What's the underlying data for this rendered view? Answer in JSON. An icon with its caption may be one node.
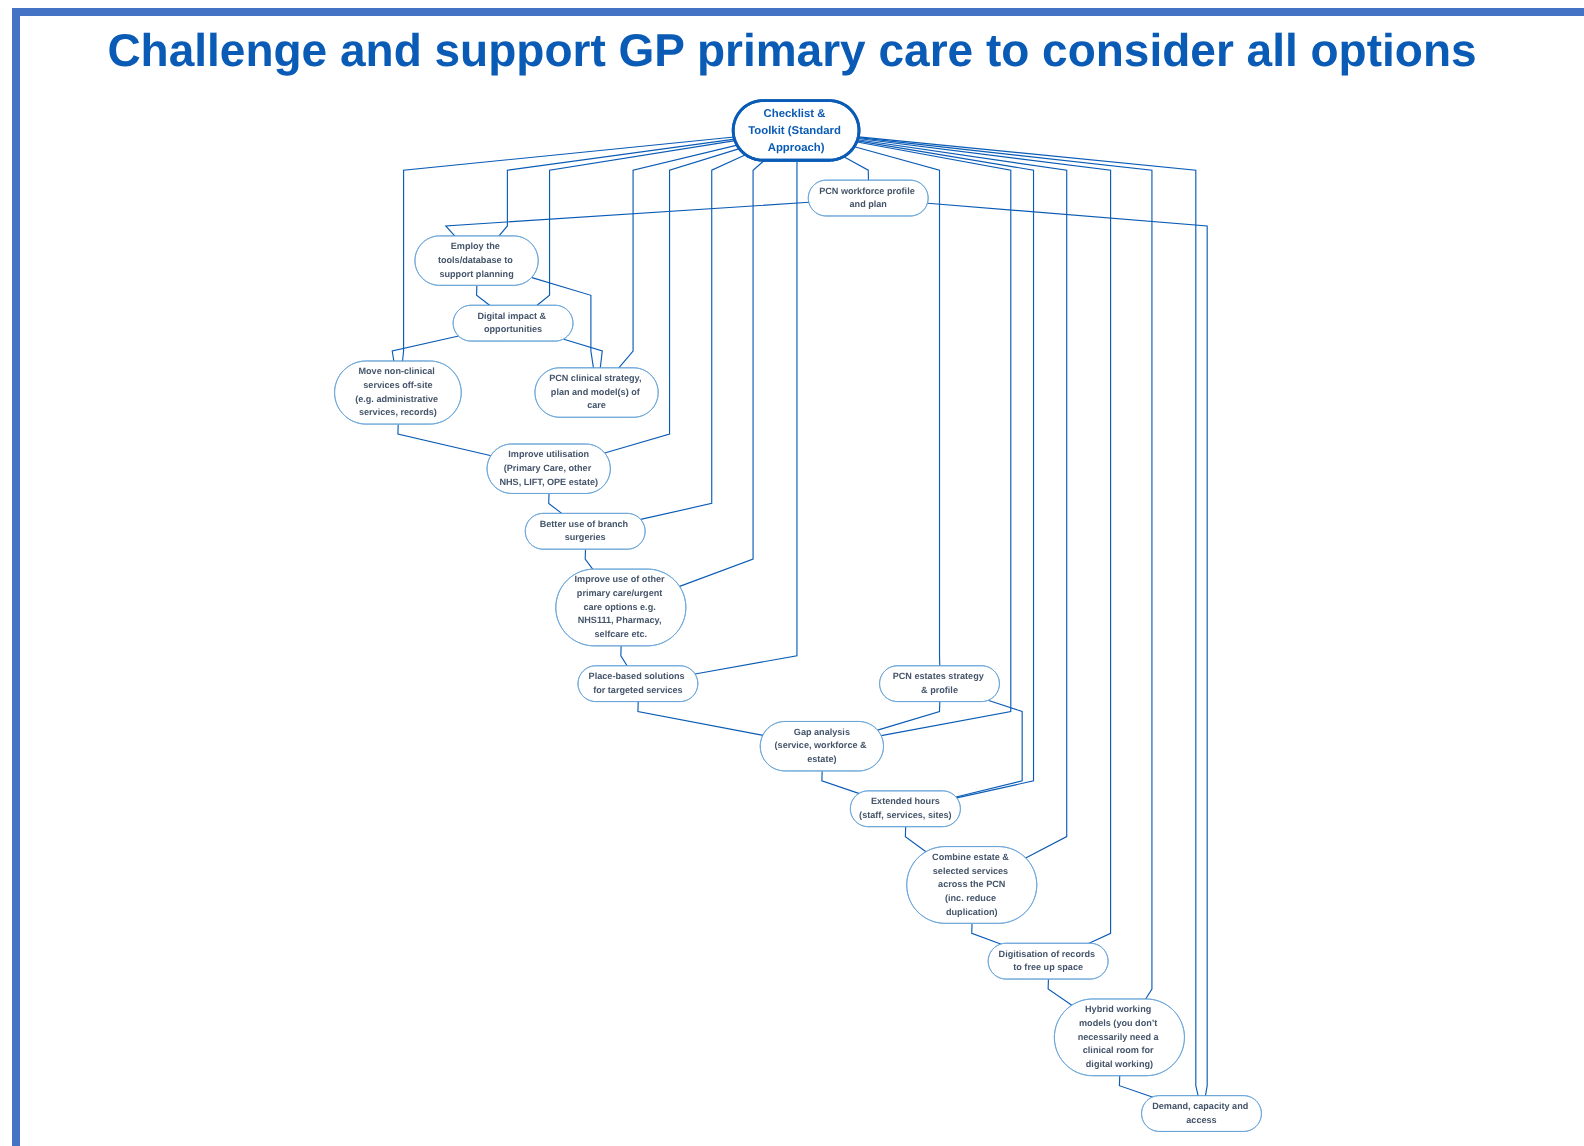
{
  "diagram": {
    "title": "Challenge and support GP primary care to consider all options",
    "nodes": [
      {
        "text": [
          "PCN workforce profile and plan"
        ]
      },
      {
        "text": [
          "Employ the tools/database to support planning"
        ]
      },
      {
        "text": [
          "Digital impact & opportunities"
        ]
      },
      {
        "text": [
          "Move non-clinical services off-site",
          "(e.g. administrative services, records)"
        ]
      },
      {
        "text": [
          "PCN clinical strategy, plan and model(s) of care"
        ]
      },
      {
        "text": [
          "Demand, capacity and access"
        ]
      },
      {
        "text": [
          "Improve utilisation",
          "(Primary Care, other NHS, LIFT, OPE estate)"
        ]
      },
      {
        "text": [
          "Checklist & Toolkit (Standard Approach)"
        ]
      },
      {
        "text": [
          "Hybrid working models (you don’t necessarily need a clinical room for digital working)"
        ]
      },
      {
        "text": [
          "Better use of branch surgeries"
        ]
      },
      {
        "text": [
          "Digitisation of records to free up space"
        ]
      },
      {
        "text": [
          "Improve use of other primary care/urgent care options e.g. NHS111, Pharmacy, selfcare etc."
        ]
      },
      {
        "text": [
          "PCN estates strategy & profile"
        ]
      },
      {
        "text": [
          "Combine estate & selected services across the PCN",
          "(inc. reduce duplication)"
        ]
      },
      {
        "text": [
          "Extended hours",
          "(staff, services, sites)"
        ]
      },
      {
        "text": [
          "Gap analysis",
          "(service, workforce & estate)"
        ]
      },
      {
        "text": [
          "Place-based solutions for targeted services"
        ]
      }
    ],
    "edges": [
      {
        "from": 0,
        "to": 1,
        "arrow": "none"
      },
      {
        "from": 1,
        "to": 2,
        "arrow": "none"
      },
      {
        "from": 2,
        "to": 3,
        "arrow": "none"
      },
      {
        "from": 3,
        "to": 6,
        "arrow": "none"
      },
      {
        "from": 6,
        "to": 9,
        "arrow": "none"
      },
      {
        "from": 9,
        "to": 11,
        "arrow": "none"
      },
      {
        "from": 11,
        "to": 16,
        "arrow": "none"
      },
      {
        "from": 16,
        "to": 15,
        "arrow": "none"
      },
      {
        "from": 15,
        "to": 14,
        "arrow": "none"
      },
      {
        "from": 14,
        "to": 13,
        "arrow": "none"
      },
      {
        "from": 13,
        "to": 10,
        "arrow": "none"
      },
      {
        "from": 10,
        "to": 8,
        "arrow": "none"
      },
      {
        "from": 8,
        "to": 5,
        "arrow": "none"
      },
      {
        "from": 5,
        "to": 0,
        "arrow": "none"
      },
      {
        "from": 1,
        "to": 4,
        "arrow": "none"
      },
      {
        "from": 2,
        "to": 4,
        "arrow": "none"
      },
      {
        "from": 12,
        "to": 14,
        "arrow": "none"
      },
      {
        "from": 12,
        "to": 15,
        "arrow": "none"
      },
      {
        "from": 7,
        "to": 0,
        "arrow": "none"
      },
      {
        "from": 7,
        "to": 1,
        "arrow": "none"
      },
      {
        "from": 7,
        "to": 2,
        "arrow": "none"
      },
      {
        "from": 7,
        "to": 3,
        "arrow": "none"
      },
      {
        "from": 7,
        "to": 4,
        "arrow": "none"
      },
      {
        "from": 7,
        "to": 5,
        "arrow": "none"
      },
      {
        "from": 7,
        "to": 6,
        "arrow": "none"
      },
      {
        "from": 7,
        "to": 8,
        "arrow": "none"
      },
      {
        "from": 7,
        "to": 9,
        "arrow": "none"
      },
      {
        "from": 7,
        "to": 10,
        "arrow": "none"
      },
      {
        "from": 7,
        "to": 11,
        "arrow": "none"
      },
      {
        "from": 7,
        "to": 12,
        "arrow": "none"
      },
      {
        "from": 7,
        "to": 13,
        "arrow": "none"
      },
      {
        "from": 7,
        "to": 14,
        "arrow": "none"
      },
      {
        "from": 7,
        "to": 15,
        "arrow": "none"
      },
      {
        "from": 7,
        "to": 16,
        "arrow": "none"
      }
    ]
  }
}
